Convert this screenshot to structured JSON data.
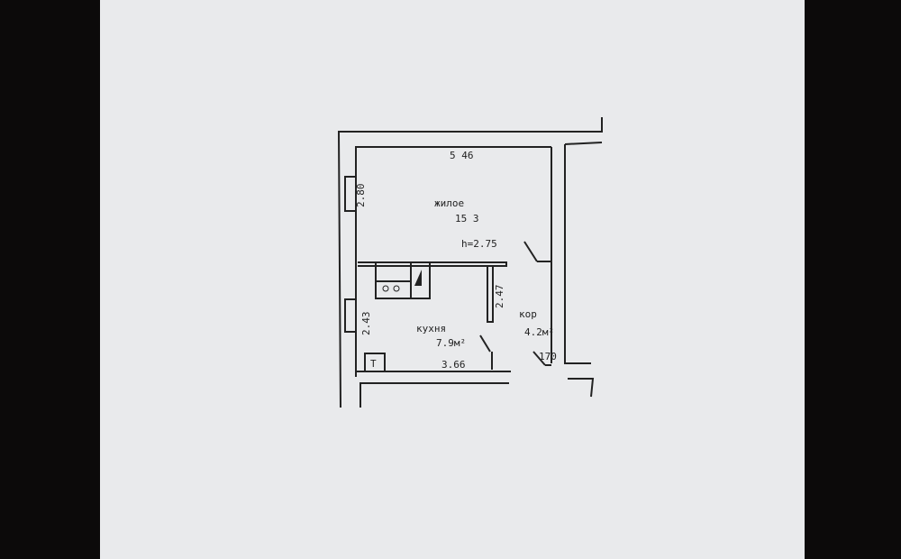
{
  "plan": {
    "living_room": {
      "name": "жилое",
      "area": "15 3",
      "width": "5 46",
      "depth": "2.80"
    },
    "ceiling_height": "h=2.75",
    "kitchen": {
      "name": "кухня",
      "area": "7.9м²",
      "width": "3.66",
      "depth": "2.43",
      "side": "2.47",
      "appliance": "T"
    },
    "corridor": {
      "name": "кор",
      "area": "4.2м²",
      "width": "170"
    }
  }
}
